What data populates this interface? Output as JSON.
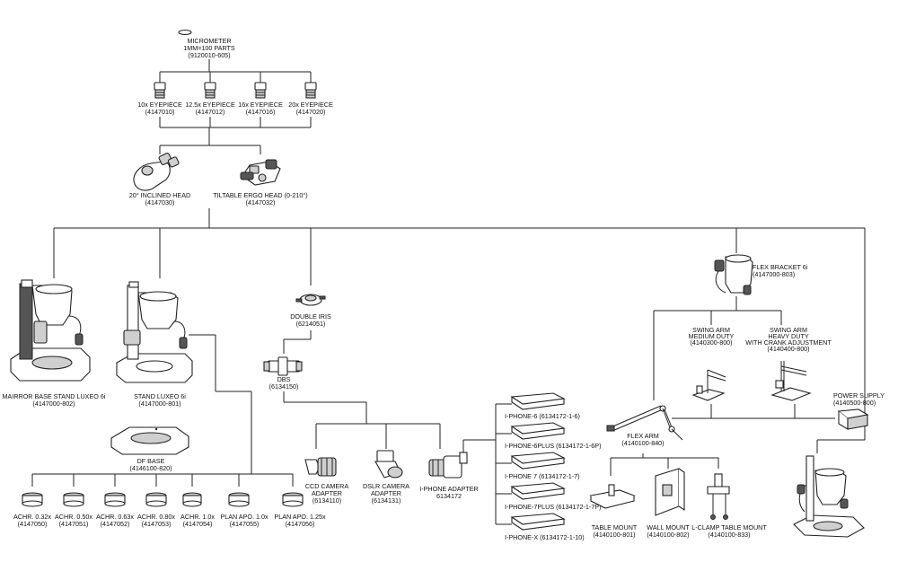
{
  "micrometer": {
    "name": "MICROMETER",
    "spec": "1MM=100 PARTS",
    "code": "(9120010-605)"
  },
  "eyepieces": [
    {
      "name": "10x EYEPIECE",
      "code": "(4147010)"
    },
    {
      "name": "12.5x EYEPIECE",
      "code": "(4147012)"
    },
    {
      "name": "16x EYEPIECE",
      "code": "(4147016)"
    },
    {
      "name": "20x EYEPIECE",
      "code": "(4147020)"
    }
  ],
  "heads": [
    {
      "name": "20° INCLINED HEAD",
      "code": "(4147030)"
    },
    {
      "name": "TILTABLE ERGO HEAD (0-210°)",
      "code": "(4147032)"
    }
  ],
  "stands": [
    {
      "name": "MAIRROR BASE STAND LUXEO 6i",
      "code": "(4147000-802)"
    },
    {
      "name": "STAND LUXEO 6i",
      "code": "(4147000-801)"
    }
  ],
  "df_base": {
    "name": "DF BASE",
    "code": "(4146100-820)"
  },
  "objectives": [
    {
      "name": "ACHR. 0.32x",
      "code": "(4147050)"
    },
    {
      "name": "ACHR. 0.50x",
      "code": "(4147051)"
    },
    {
      "name": "ACHR. 0.63x",
      "code": "(4147052)"
    },
    {
      "name": "ACHR. 0.80x",
      "code": "(4147053)"
    },
    {
      "name": "ACHR. 1.0x",
      "code": "(4147054)"
    },
    {
      "name": "PLAN APO. 1.0x",
      "code": "(4147055)"
    },
    {
      "name": "PLAN APO. 1.25x",
      "code": "(4147056)"
    }
  ],
  "double_iris": {
    "name": "DOUBLE IRIS",
    "code": "(6214051)"
  },
  "dbs": {
    "name": "DBS",
    "code": "(6134150)"
  },
  "adapters": [
    {
      "name": "CCD CAMERA",
      "name2": "ADAPTER",
      "code": "(6134110)"
    },
    {
      "name": "DSLR CAMERA",
      "name2": "ADAPTER",
      "code": "(6134131)"
    },
    {
      "name": "I-PHONE ADAPTER",
      "name2": "",
      "code": "6134172"
    }
  ],
  "iphones": [
    "I-PHONE-6 (6134172-1-6)",
    "I-PHONE-6PLUS (6134172-1-6P)",
    "I-PHONE 7 (6134172-1-7)",
    "I-PHONE-7PLUS (6134172-1-7P)",
    "I-PHONE-X (6134172-1-10)"
  ],
  "flex_bracket": {
    "name": "FLEX BRACKET 6i",
    "code": "(4147000-803)"
  },
  "swing_arm_md": {
    "l1": "SWING ARM",
    "l2": "MEDIUM DUTY",
    "l3": "",
    "code": "(4140300-800)"
  },
  "swing_arm_hd": {
    "l1": "SWING ARM",
    "l2": "HEAVY DUTY",
    "l3": "WITH CRANK ADJUSTMENT",
    "code": "(4140400-800)"
  },
  "power_supply": {
    "name": "POWER SUPPLY",
    "code": "(4140500-800)"
  },
  "flex_arm": {
    "name": "FLEX ARM",
    "code": "(4140100-840)"
  },
  "mounts": [
    {
      "name": "TABLE MOUNT",
      "code": "(4140100-801)"
    },
    {
      "name": "WALL MOUNT",
      "code": "(4140100-802)"
    },
    {
      "name": "L-CLAMP TABLE MOUNT",
      "code": "(4140100-833)"
    }
  ]
}
